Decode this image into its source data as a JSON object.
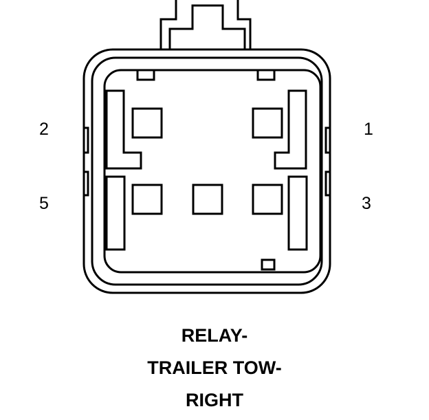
{
  "pin_labels": {
    "pin_1": "1",
    "pin_2": "2",
    "pin_3": "3",
    "pin_5": "5"
  },
  "caption": {
    "line_1": "RELAY-",
    "line_2": "TRAILER TOW-",
    "line_3": "RIGHT"
  },
  "colors": {
    "stroke": "#000000",
    "background": "#ffffff"
  }
}
